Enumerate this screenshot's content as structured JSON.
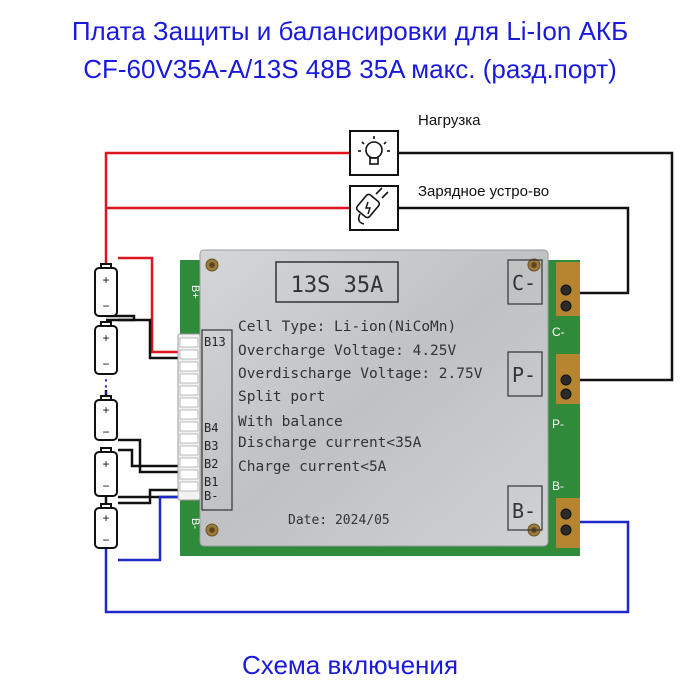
{
  "title": {
    "line1": "Плата Защиты и балансировки для Li-Ion АКБ",
    "line2": "CF-60V35A-A/13S 48B 35A макс. (разд.порт)"
  },
  "caption": "Схема включения",
  "labels": {
    "load": "Нагрузка",
    "charger": "Зарядное устро-во"
  },
  "board": {
    "model": "13S 35A",
    "specs": [
      "Cell Type: Li-ion(NiCoMn)",
      "Overcharge Voltage: 4.25V",
      "Overdischarge Voltage: 2.75V",
      "Split port",
      "With balance",
      "Discharge current<35A",
      "Charge current<5A"
    ],
    "date": "Date: 2024/05",
    "balance_pins": [
      "B13",
      "B4",
      "B3",
      "B2",
      "B1",
      "B-"
    ],
    "pads_right": {
      "c_minus": "C-",
      "p_minus": "P-",
      "b_minus": "B-"
    },
    "pcb_right_labels": [
      "C-",
      "P-",
      "B-"
    ],
    "pcb_left_labels": [
      "B+",
      "B-"
    ]
  },
  "dots": "⋮",
  "colors": {
    "title": "#1a1adc",
    "red_wire": "#e0141e",
    "black_wire": "#111111",
    "blue_wire": "#1e28c8",
    "pcb": "#2f8a3a",
    "plate": "#c4c6c8"
  },
  "icons": [
    "lightbulb-icon",
    "charger-plug-icon"
  ]
}
